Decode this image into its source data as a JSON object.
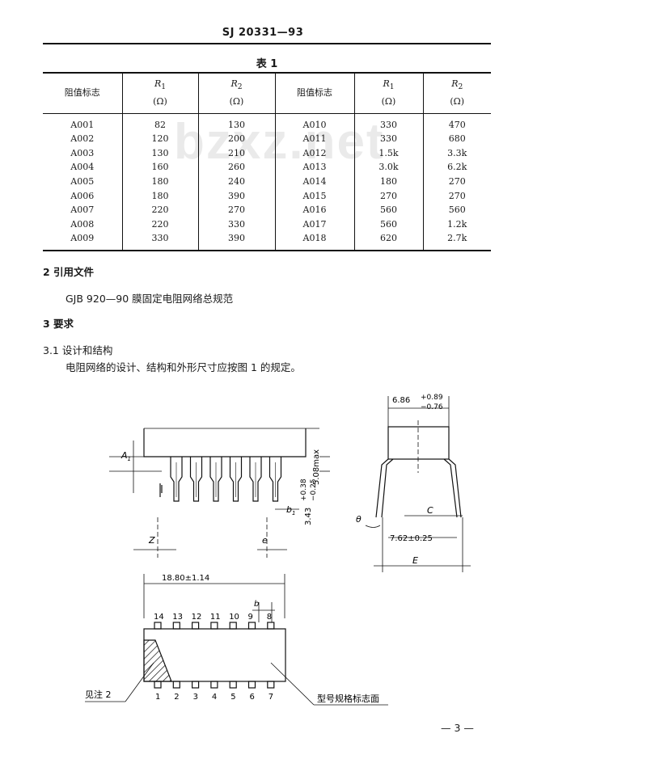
{
  "header": {
    "standard_code": "SJ 20331—93"
  },
  "watermark": "bzxz.net",
  "table": {
    "caption": "表 1",
    "headers": [
      {
        "text": "阻值标志"
      },
      {
        "symbol": "R",
        "sub": "1",
        "unit": "(Ω)"
      },
      {
        "symbol": "R",
        "sub": "2",
        "unit": "(Ω)"
      },
      {
        "text": "阻值标志"
      },
      {
        "symbol": "R",
        "sub": "1",
        "unit": "(Ω)"
      },
      {
        "symbol": "R",
        "sub": "2",
        "unit": "(Ω)"
      }
    ],
    "rows": [
      [
        "A001",
        "82",
        "130",
        "A010",
        "330",
        "470"
      ],
      [
        "A002",
        "120",
        "200",
        "A011",
        "330",
        "680"
      ],
      [
        "A003",
        "130",
        "210",
        "A012",
        "1.5k",
        "3.3k"
      ],
      [
        "A004",
        "160",
        "260",
        "A013",
        "3.0k",
        "6.2k"
      ],
      [
        "A005",
        "180",
        "240",
        "A014",
        "180",
        "270"
      ],
      [
        "A006",
        "180",
        "390",
        "A015",
        "270",
        "270"
      ],
      [
        "A007",
        "220",
        "270",
        "A016",
        "560",
        "560"
      ],
      [
        "A008",
        "220",
        "330",
        "A017",
        "560",
        "1.2k"
      ],
      [
        "A009",
        "330",
        "390",
        "A018",
        "620",
        "2.7k"
      ]
    ]
  },
  "sections": {
    "s2_title": "2  引用文件",
    "s2_ref": "GJB 920—90  膜固定电阻网络总规范",
    "s3_title": "3  要求",
    "s31_title": "3.1  设计和结构",
    "s31_body": "电阻网络的设计、结构和外形尺寸应按图 1 的规定。"
  },
  "figure": {
    "dim_width_top": "6.86",
    "dim_tol_plus": "+0.89",
    "dim_tol_minus": "−0.76",
    "dim_height": "5.08max",
    "dim_lead": "3.43",
    "dim_lead_plus": "+0.38",
    "dim_lead_minus": "−0.25",
    "dim_row_spacing": "7.62±0.25",
    "dim_length": "18.80±1.14",
    "label_A1": "A",
    "label_A1_sub": "1",
    "label_b1": "b",
    "label_b1_sub": "1",
    "label_Z": "Z",
    "label_e": "e",
    "label_b": "b",
    "label_theta": "θ",
    "label_C": "C",
    "label_E": "E",
    "top_pins": [
      "14",
      "13",
      "12",
      "11",
      "10",
      "9",
      "8"
    ],
    "bottom_pins": [
      "1",
      "2",
      "3",
      "4",
      "5",
      "6",
      "7"
    ],
    "note_label": "见注 2",
    "marking_label": "型号规格标志面"
  },
  "footer": {
    "page_number": "— 3 —"
  }
}
